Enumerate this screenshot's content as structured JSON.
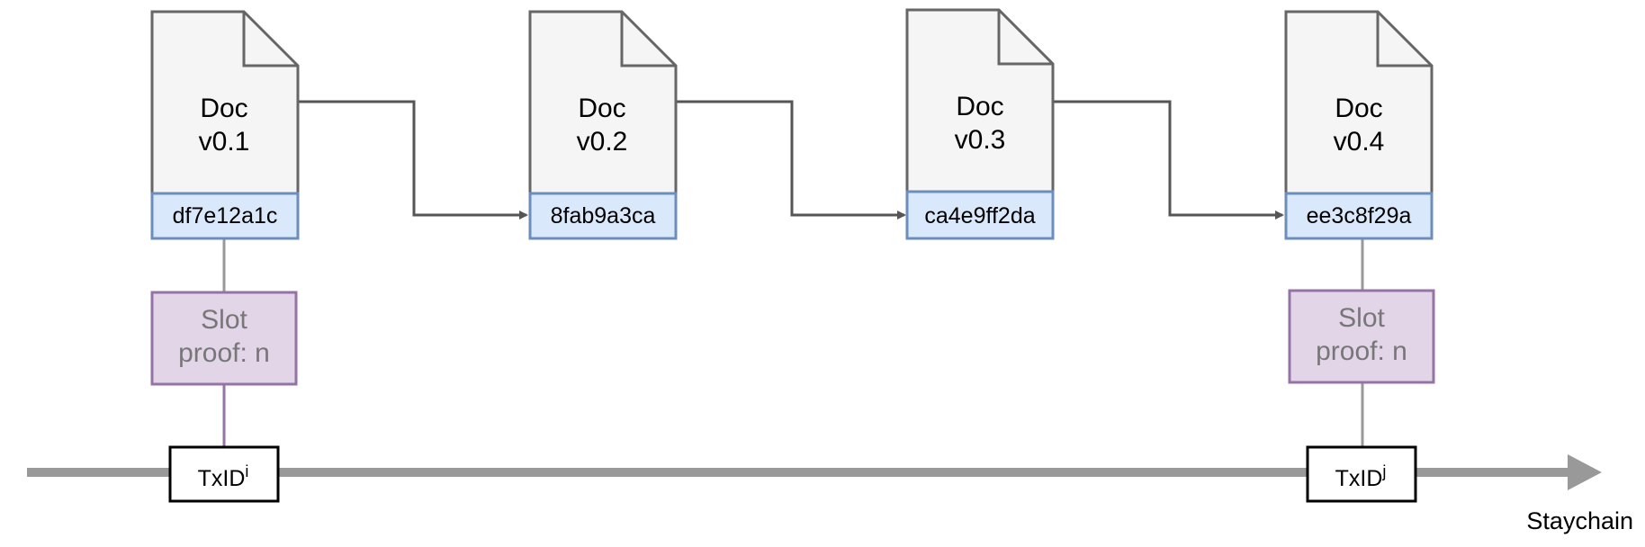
{
  "documents": [
    {
      "line1": "Doc",
      "line2": "v0.1",
      "hash": "df7e12a1c"
    },
    {
      "line1": "Doc",
      "line2": "v0.2",
      "hash": "8fab9a3ca"
    },
    {
      "line1": "Doc",
      "line2": "v0.3",
      "hash": "ca4e9ff2da"
    },
    {
      "line1": "Doc",
      "line2": "v0.4",
      "hash": "ee3c8f29a"
    }
  ],
  "slot_proofs": [
    {
      "line1": "Slot",
      "line2": "proof: n"
    },
    {
      "line1": "Slot",
      "line2": "proof: n"
    }
  ],
  "transactions": [
    {
      "label": "TxID",
      "superscript": "i"
    },
    {
      "label": "TxID",
      "superscript": "j"
    }
  ],
  "timeline_label": "Staychain",
  "colors": {
    "doc_fill": "#f5f5f5",
    "doc_stroke": "#666666",
    "hash_fill": "#dae8fc",
    "hash_stroke": "#6c8ebf",
    "slot_fill": "#e1d5e7",
    "slot_stroke": "#9673a6",
    "slot_text": "#777777",
    "timeline": "#999999"
  }
}
